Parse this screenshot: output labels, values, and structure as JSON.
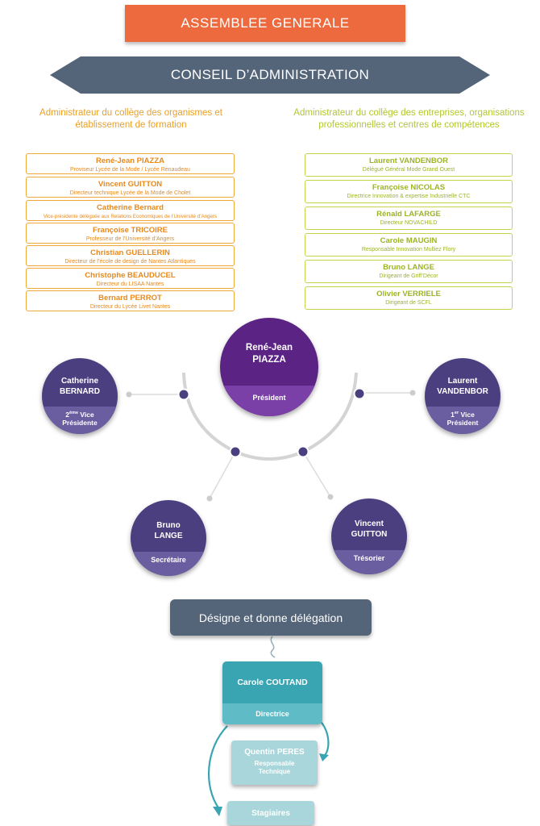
{
  "header": {
    "title": "ASSEMBLEE GENERALE"
  },
  "council": {
    "title": "CONSEIL D’ADMINISTRATION"
  },
  "colleges": {
    "left": {
      "title_line1": "Administrateur du collège des organismes et",
      "title_line2": "établissement de formation",
      "members": [
        {
          "name": "René-Jean PIAZZA",
          "role": "Proviseur Lycée de la Mode / Lycée Renaudeau"
        },
        {
          "name": "Vincent GUITTON",
          "role": "Directeur technique Lycée de la Mode de Cholet"
        },
        {
          "name": "Catherine Bernard",
          "role": "Vice-présidente déléguée aux Relations Economiques de l’Université d’Angers"
        },
        {
          "name": "Françoise TRICOIRE",
          "role": "Professeur de l’Université d’Angers"
        },
        {
          "name": "Christian GUELLERIN",
          "role": "Directeur de l’école de design de Nantes Atlantiques"
        },
        {
          "name": "Christophe BEAUDUCEL",
          "role": "Directeur du LISAA Nantes"
        },
        {
          "name": "Bernard PERROT",
          "role": "Directeur du Lycée Livet Nantes"
        }
      ]
    },
    "right": {
      "title_line1": "Administrateur du collège des entreprises, organisations",
      "title_line2": "professionnelles et centres de compétences",
      "members": [
        {
          "name": "Laurent VANDENBOR",
          "role": "Délégué Général Mode Grand Ouest"
        },
        {
          "name": "Françoise NICOLAS",
          "role": "Directrice Innovation & expertise Industrielle CTC"
        },
        {
          "name": "Rénald LAFARGE",
          "role": "Directeur NOVACHILD"
        },
        {
          "name": "Carole MAUGIN",
          "role": "Responsable Innovation Mulliez Flory"
        },
        {
          "name": "Bruno LANGE",
          "role": "Dirigeant de Griff’Décor"
        },
        {
          "name": "Olivier VERRIELE",
          "role": "Dirigeant de SCFL"
        }
      ]
    }
  },
  "board": {
    "president": {
      "first": "René-Jean",
      "last": "PIAZZA",
      "role": "Président"
    },
    "vp2": {
      "first": "Catherine",
      "last": "BERNARD",
      "rank": "2",
      "sup": "ème",
      "role_a": "Vice",
      "role_b": "Présidente"
    },
    "vp1": {
      "first": "Laurent",
      "last": "VANDENBOR",
      "rank": "1",
      "sup": "er",
      "role_a": "Vice",
      "role_b": "Président"
    },
    "secretary": {
      "first": "Bruno",
      "last": "LANGE",
      "role": "Secrétaire"
    },
    "treasurer": {
      "first": "Vincent",
      "last": "GUITTON",
      "role": "Trésorier"
    }
  },
  "delegation": {
    "label": "Désigne et donne délégation"
  },
  "director": {
    "name": "Carole COUTAND",
    "role": "Directrice"
  },
  "technical": {
    "name": "Quentin PERES",
    "role_a": "Responsable",
    "role_b": "Technique"
  },
  "interns": {
    "label": "Stagiaires"
  },
  "colors": {
    "orange": "#ec6a3d",
    "slate": "#546479",
    "purple": "#6a2d92",
    "navy": "#4b3f80",
    "teal": "#3aa5b2",
    "light_teal": "#a8d6db"
  }
}
